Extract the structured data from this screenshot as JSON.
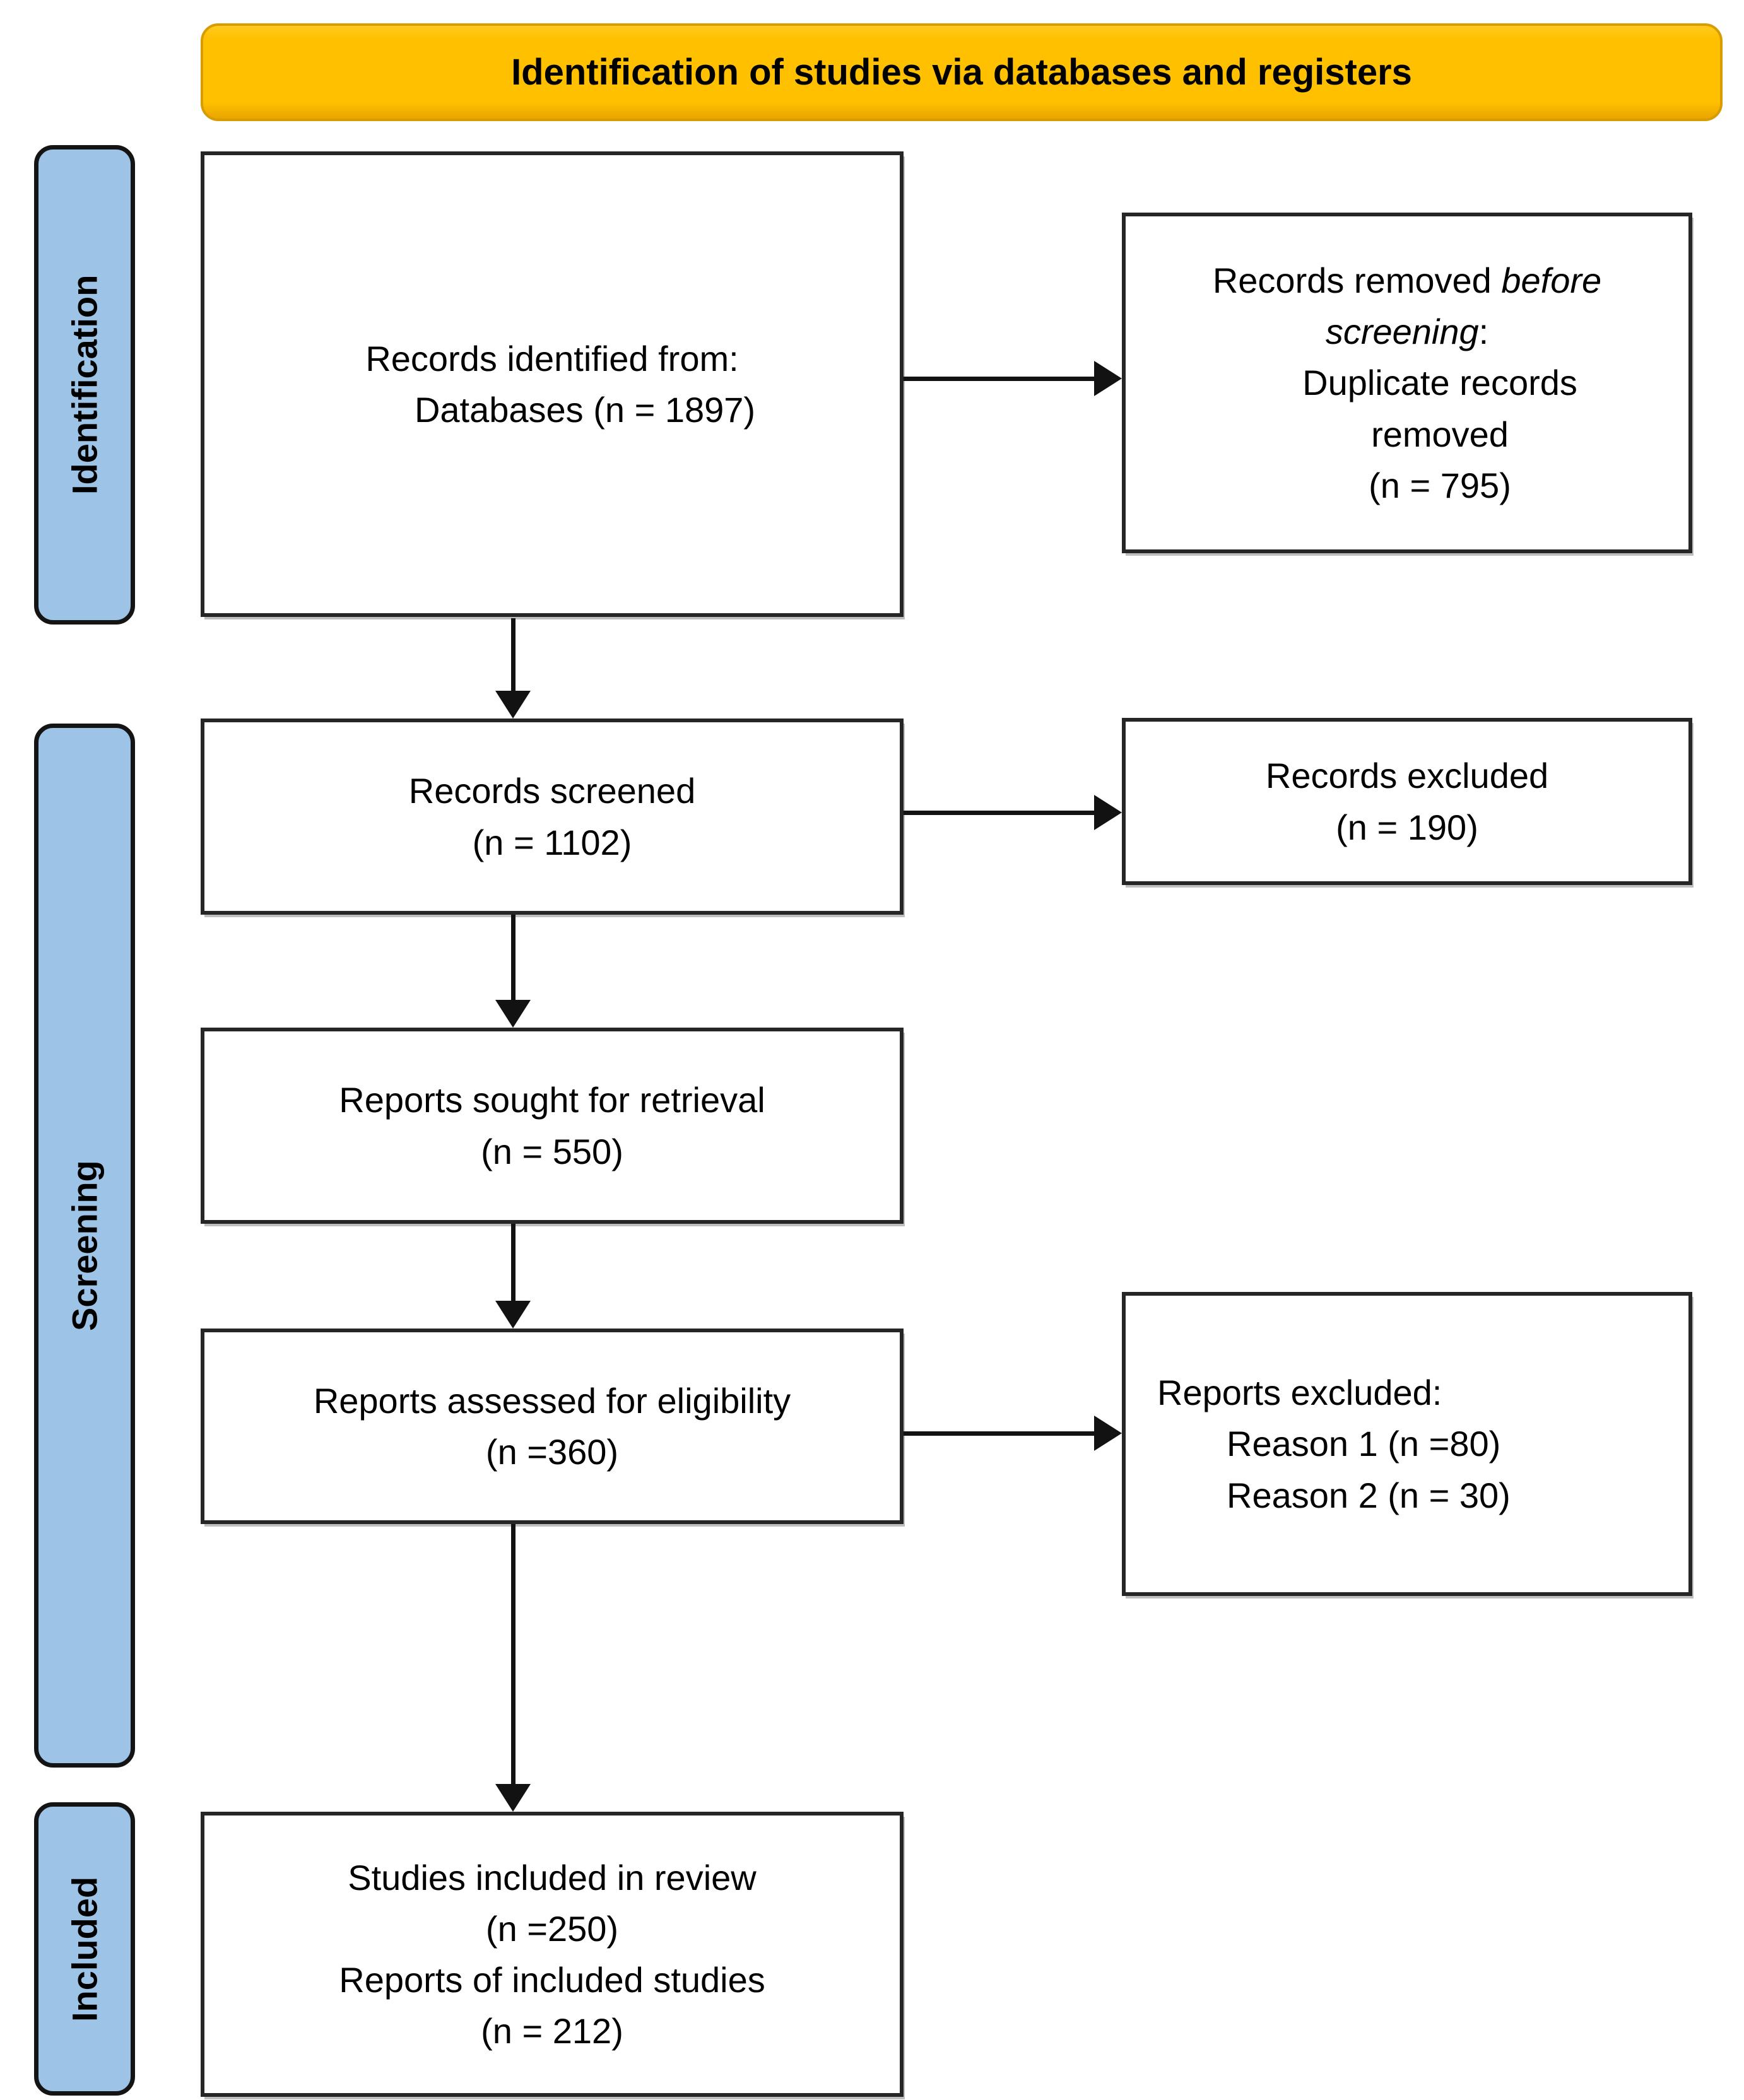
{
  "banner": {
    "title": "Identification of studies via databases and registers"
  },
  "stages": [
    {
      "label": "Identification"
    },
    {
      "label": "Screening"
    },
    {
      "label": "Included"
    }
  ],
  "boxes": {
    "records_identified": {
      "lines": [
        "Records identified from:",
        "Databases (n = 1897)"
      ]
    },
    "records_removed": {
      "line1_normal": "Records removed ",
      "line1_italic": "before",
      "line2_italic": "screening",
      "line2_suffix": ":",
      "lines": [
        "Duplicate records",
        "removed",
        "(n = 795)"
      ]
    },
    "records_screened": {
      "lines": [
        "Records screened",
        "(n = 1102)"
      ]
    },
    "records_excluded": {
      "lines": [
        "Records excluded",
        "(n = 190)"
      ]
    },
    "reports_sought": {
      "lines": [
        "Reports sought for retrieval",
        "(n = 550)"
      ]
    },
    "reports_assessed": {
      "lines": [
        "Reports assessed for eligibility",
        "(n =360)"
      ]
    },
    "reports_excluded": {
      "heading": "Reports excluded:",
      "reasons": [
        "Reason 1 (n =80)",
        "Reason 2 (n = 30)"
      ]
    },
    "studies_included": {
      "lines": [
        "Studies included in review",
        "(n =250)",
        "Reports of included studies",
        "(n = 212)"
      ]
    }
  },
  "colors": {
    "banner_bg": "#FFC000",
    "banner_border": "#D89B00",
    "stage_bg": "#9DC3E6",
    "box_bg": "#FFFFFF",
    "line_color": "#121212",
    "text_color": "#000000"
  }
}
